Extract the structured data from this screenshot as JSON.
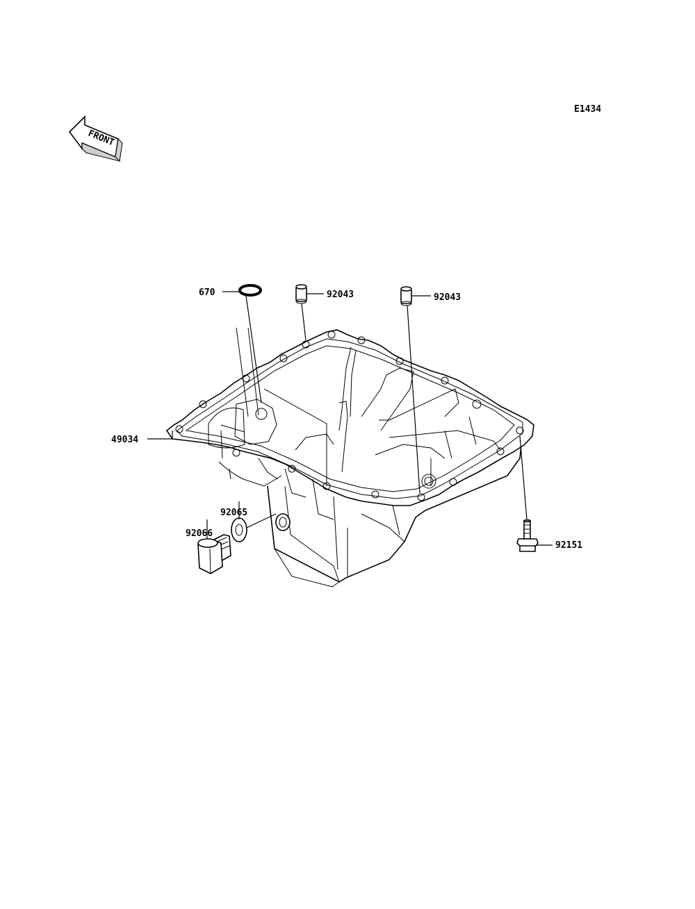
{
  "diagram_code": "E1434",
  "front_label": "FRONT",
  "callouts": [
    {
      "id": "oring",
      "label": "670"
    },
    {
      "id": "dowel-left",
      "label": "92043"
    },
    {
      "id": "dowel-right",
      "label": "92043"
    },
    {
      "id": "oil-pan",
      "label": "49034"
    },
    {
      "id": "washer",
      "label": "92065"
    },
    {
      "id": "drain-plug",
      "label": "92066"
    },
    {
      "id": "bolt",
      "label": "92151"
    }
  ]
}
